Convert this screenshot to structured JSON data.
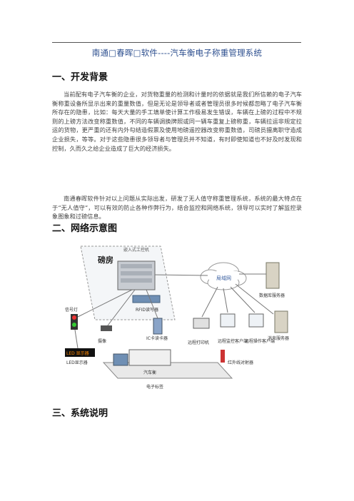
{
  "doc": {
    "title": "南通□春晖□软件----汽车衡电子称重管理系统",
    "section1_heading": "一、开发背景",
    "section1_p1": "当前配有电子汽车衡的企业，对货物重量的检测和计量时的依据就是我们所信赖的电子汽车衡称重设备所显示出来的重量数值，但是无论是领导者或者管理员很多时候都忽略了电子汽车衡所存在的隐患，比如：每天大量的手工填单使计算工作极易发生错误，车辆在上磅的过程中不规则的上磅方法改变称重数值，不同的车辆调换牌照或同一辆车重复上磅称重，车辆拉运非规定拉运的货物，更严重的还有内外勾结造假票及使用地磅遥控器改变称重数值，司磅员擅离职守造成企业损失，等等。对于这些隐患很多领导者与管理员并不知道，有时即使知道也不好及时发现和控制，久而久之给企业造成了巨大的经济损失。",
    "section1_p2": "南通春晖软件针对以上问题从实际出发，研发了无人值守称重管理系统，系统的最大特点在于“无人值守”，可以有效的防止各种作弊行为，结合监控和网络系统，领导可以实时了解监控录象图象和过磅信息。",
    "section2_heading": "二、网络示意图",
    "section3_heading": "三、系统说明"
  },
  "diagram": {
    "labels": {
      "room": "磅房",
      "embedded": "嵌入式工控机",
      "lan": "局域网",
      "db_server": "数据库服务器",
      "rfid": "RFID读写器",
      "printer": "远程打印机",
      "monitor_client": "远程监控客户端",
      "op_client": "远程操作客户端",
      "msg_server": "消息服务器",
      "signal": "信号灯",
      "camera": "摄像",
      "ic_reader": "IC卡读卡器",
      "led_screen": "LED显示器",
      "led_text": "LED 显示器",
      "truck": "汽车衡",
      "ir": "红外线对射器",
      "tag": "电子标签"
    }
  }
}
